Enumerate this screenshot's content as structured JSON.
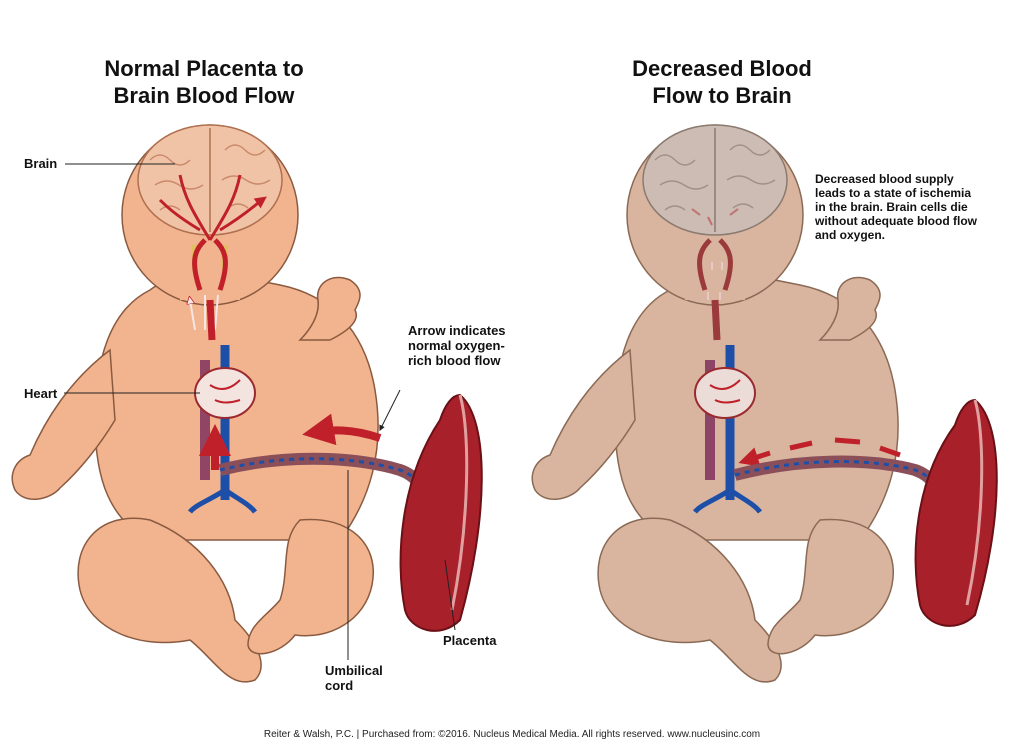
{
  "titles": {
    "left": "Normal  Placenta to\nBrain Blood Flow",
    "right": "Decreased Blood\nFlow to Brain"
  },
  "labels": {
    "brain": "Brain",
    "heart": "Heart",
    "arrow_note": "Arrow indicates\nnormal oxygen-\nrich blood flow",
    "umbilical": "Umbilical\ncord",
    "placenta": "Placenta",
    "ischemia_note": "Decreased blood supply\nleads to a state of ischemia\nin the brain. Brain cells die\nwithout adequate blood flow\nand oxygen."
  },
  "footer": "Reiter & Walsh, P.C.  |  Purchased from: ©2016. Nucleus Medical Media. All rights reserved. www.nucleusinc.com",
  "colors": {
    "skin_normal": "#f2b48e",
    "skin_decreased": "#d9b49e",
    "brain_normal": "#f1c3a6",
    "brain_decreased": "#cdbcb3",
    "artery": "#c0202a",
    "vein": "#1e4fa8",
    "placenta": "#a8202a"
  }
}
